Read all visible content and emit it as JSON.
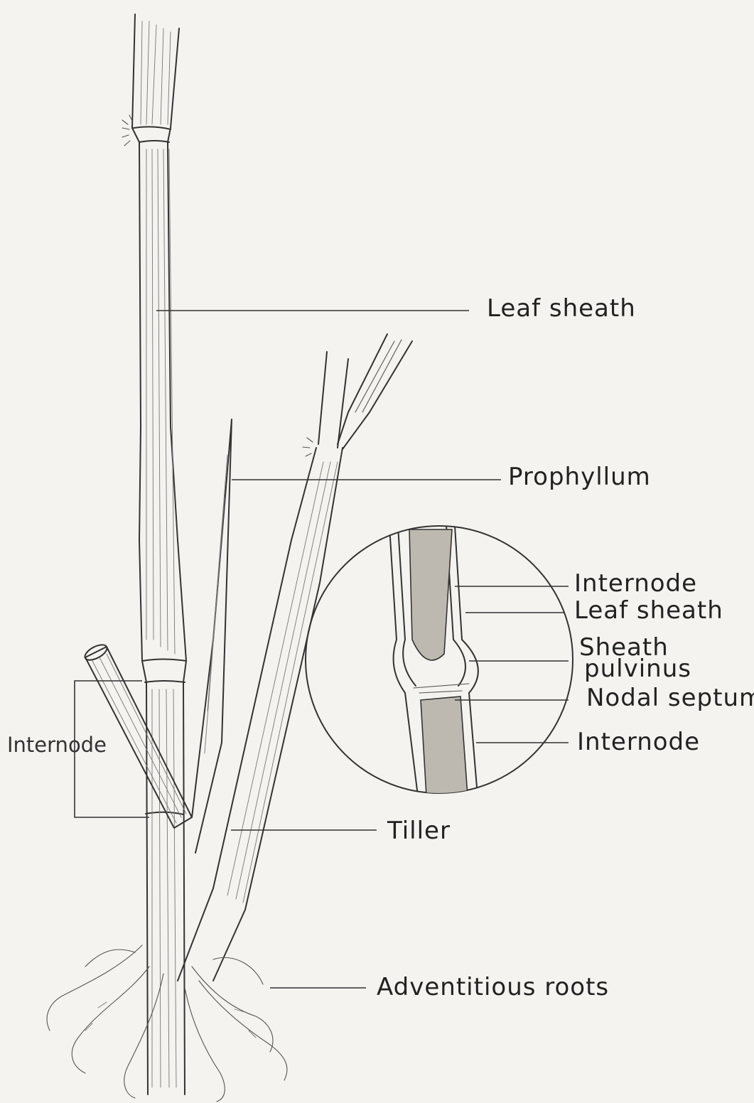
{
  "labels": {
    "leaf_sheath": "Leaf sheath",
    "prophyllum": "Prophyllum",
    "internode_left": "Internode",
    "tiller": "Tiller",
    "adventitious_roots": "Adventitious roots"
  },
  "inset": {
    "internode_top": "Internode",
    "leaf_sheath": "Leaf sheath",
    "sheath_pulvinus_line1": "Sheath",
    "sheath_pulvinus_line2": "pulvinus",
    "nodal_septum": "Nodal septum",
    "internode_bottom": "Internode"
  }
}
